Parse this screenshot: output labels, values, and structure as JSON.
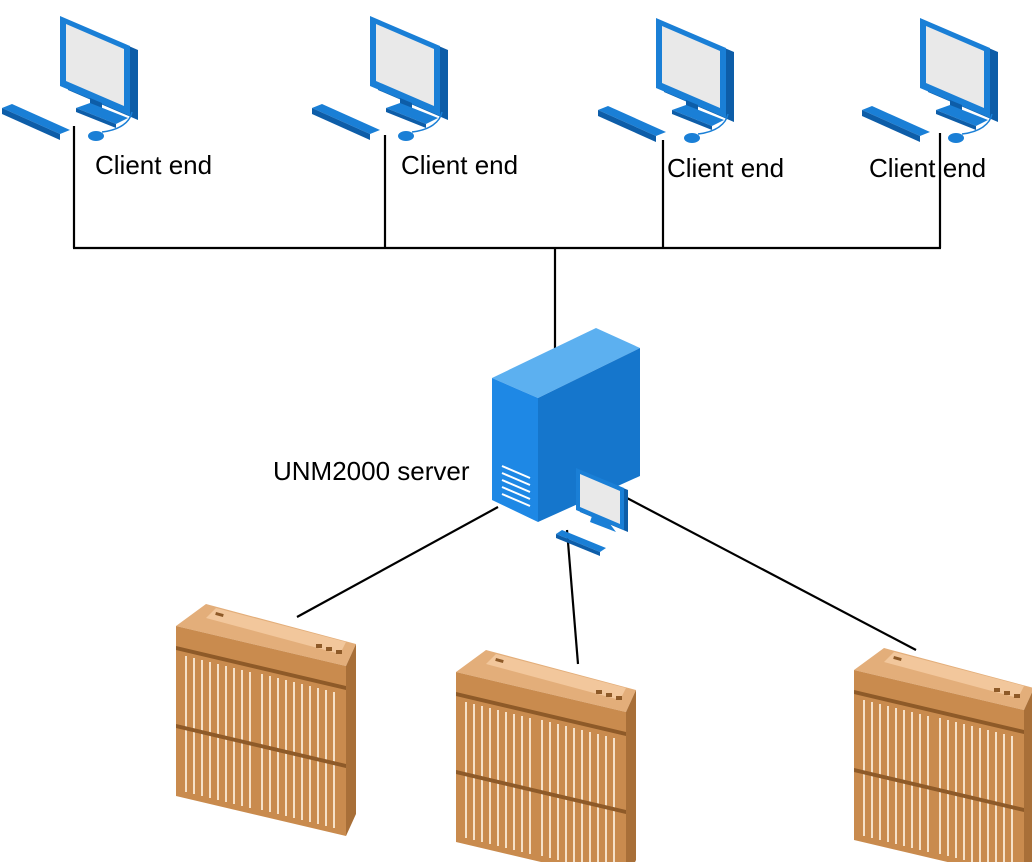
{
  "clients": [
    {
      "label": "Client end"
    },
    {
      "label": "Client end"
    },
    {
      "label": "Client end"
    },
    {
      "label": "Client end"
    }
  ],
  "server": {
    "label": "UNM2000 server"
  },
  "devices": [
    {
      "icon": "equipment-rack-icon"
    },
    {
      "icon": "equipment-rack-icon"
    },
    {
      "icon": "equipment-rack-icon"
    }
  ],
  "colors": {
    "monitor_blue": "#1a7fd6",
    "monitor_dark_blue": "#0d5da8",
    "screen_gray": "#e8e8e8",
    "server_blue": "#1e88e5",
    "rack_orange": "#c98b4e",
    "rack_light": "#e3ae7a",
    "line": "#000000"
  }
}
